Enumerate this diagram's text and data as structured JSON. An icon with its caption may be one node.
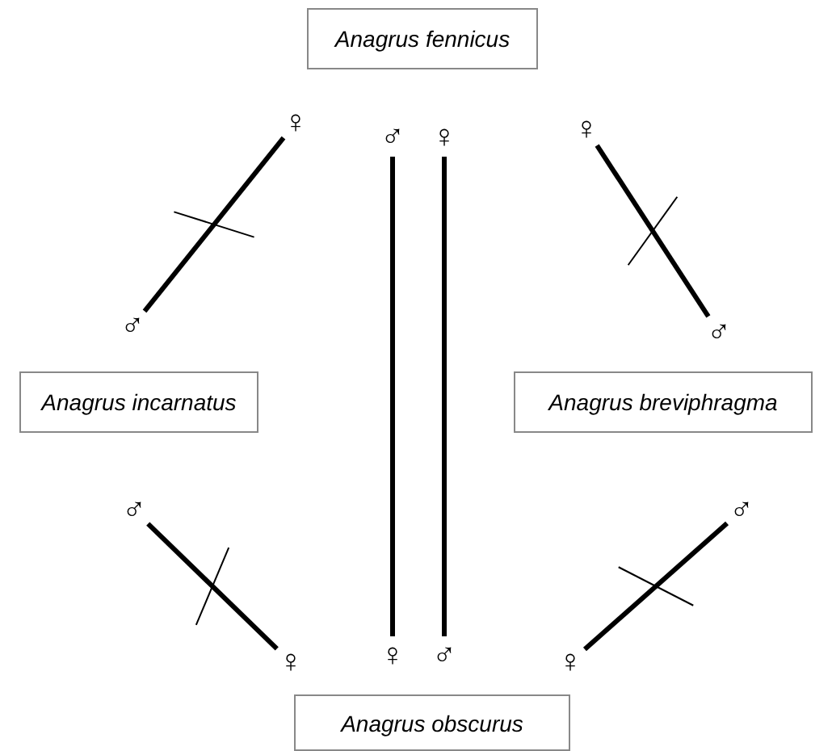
{
  "diagram": {
    "nodes": [
      {
        "text": [
          "Anagrus fennicus"
        ]
      },
      {
        "text": [
          "♀"
        ]
      },
      {
        "text": [
          "♂"
        ]
      },
      {
        "text": [
          "♀"
        ]
      },
      {
        "text": [
          "♀"
        ]
      },
      {
        "text": [
          "♂"
        ]
      },
      {
        "text": [
          "♂"
        ]
      },
      {
        "text": [
          "Anagrus incarnatus"
        ]
      },
      {
        "text": [
          "Anagrus breviphragma"
        ]
      },
      {
        "text": [
          "♂"
        ]
      },
      {
        "text": [
          "♂"
        ]
      },
      {
        "text": [
          "♀"
        ]
      },
      {
        "text": [
          "♀"
        ]
      },
      {
        "text": [
          "♂"
        ]
      },
      {
        "text": [
          "♀"
        ]
      },
      {
        "text": [
          "Anagrus obscurus"
        ]
      }
    ],
    "edges": [
      {
        "from": 1,
        "to": 5,
        "arrow": "none"
      },
      {
        "from": 2,
        "to": 12,
        "arrow": "none"
      },
      {
        "from": 3,
        "to": 13,
        "arrow": "none"
      },
      {
        "from": 4,
        "to": 6,
        "arrow": "none"
      },
      {
        "from": 9,
        "to": 11,
        "arrow": "none"
      },
      {
        "from": 10,
        "to": 14,
        "arrow": "none"
      }
    ]
  }
}
